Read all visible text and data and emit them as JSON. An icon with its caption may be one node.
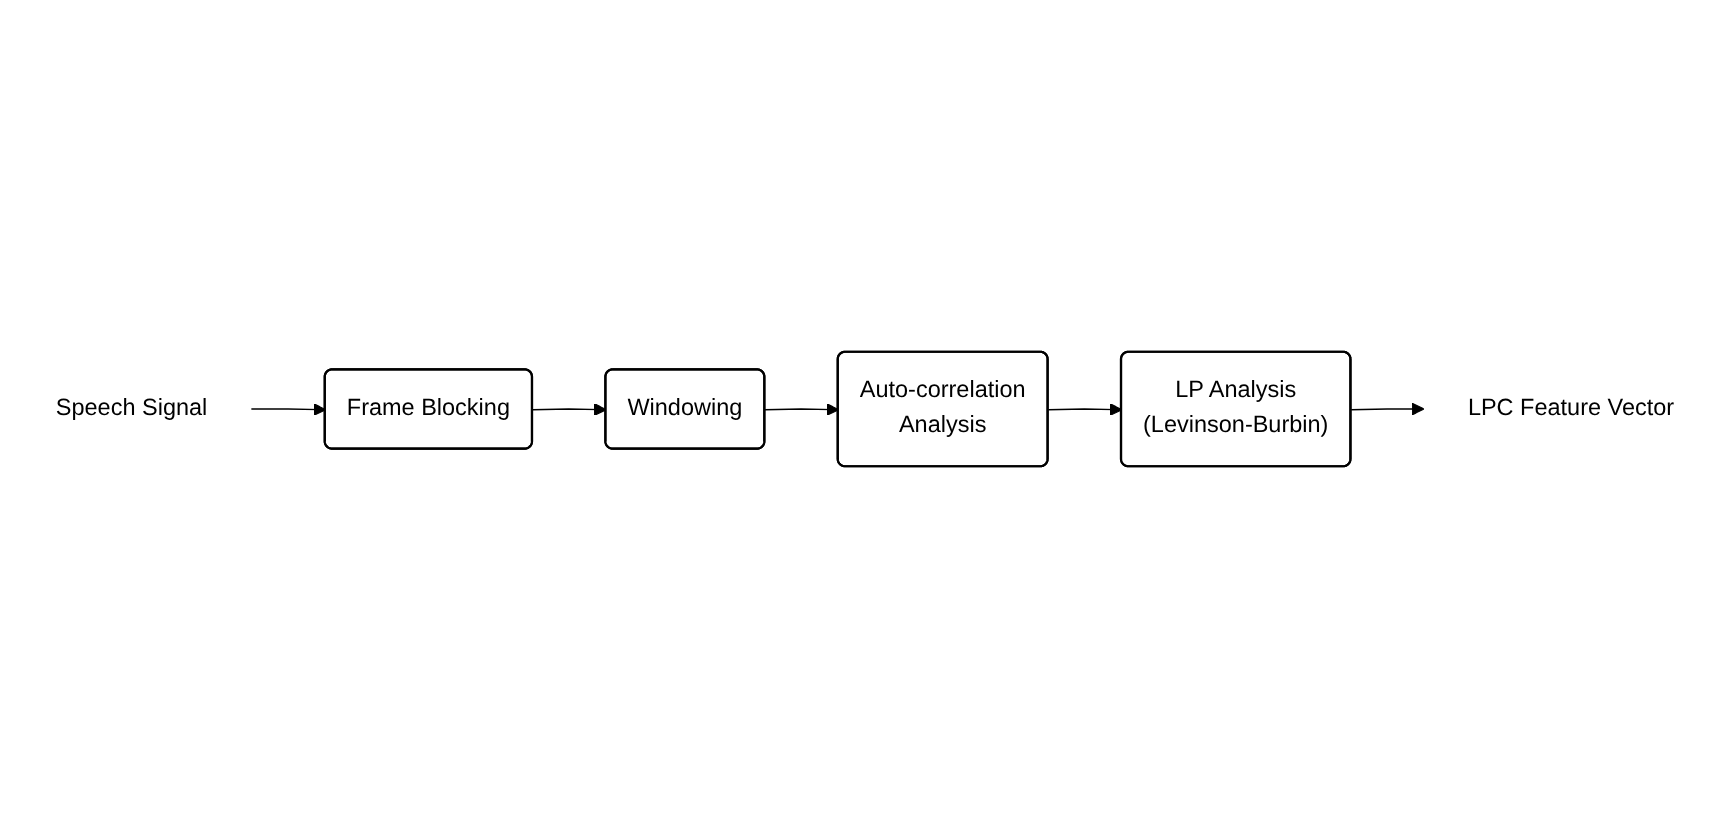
{
  "diagram": {
    "nodes": [
      {
        "text": [
          "Speech Signal"
        ]
      },
      {
        "text": [
          "Frame Blocking"
        ]
      },
      {
        "text": [
          "Windowing"
        ]
      },
      {
        "text": [
          "Auto-correlation Analysis"
        ]
      },
      {
        "text": [
          "LP Analysis (Levinson-Burbin)"
        ]
      },
      {
        "text": [
          "LPC Feature Vector"
        ]
      }
    ],
    "edges": [
      {
        "from": 0,
        "to": 1,
        "arrow": "to"
      },
      {
        "from": 1,
        "to": 2,
        "arrow": "to"
      },
      {
        "from": 2,
        "to": 3,
        "arrow": "to"
      },
      {
        "from": 3,
        "to": 4,
        "arrow": "to"
      },
      {
        "from": 4,
        "to": 5,
        "arrow": "to"
      }
    ]
  }
}
